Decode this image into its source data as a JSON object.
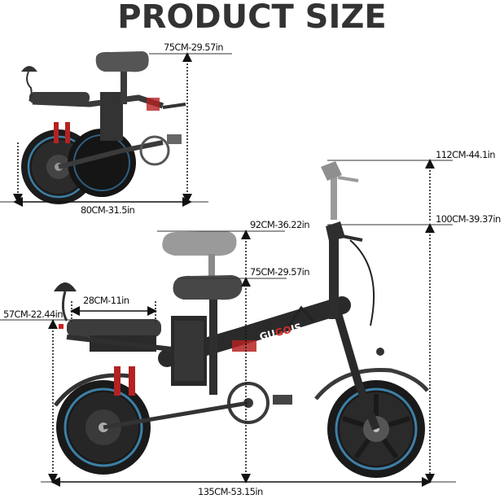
{
  "title": "PRODUCT SIZE",
  "brand": {
    "frame_logo": "GUGOIS",
    "accent_color": "#d42a2a",
    "rim_color": "#3d7fa6",
    "frame_color": "#2a2a2a"
  },
  "folded_view": {
    "height_label": "75CM-29.57in",
    "length_label": "80CM-31.5in"
  },
  "unfolded_view": {
    "max_handlebar_height_label": "112CM-44.1in",
    "min_handlebar_height_label": "100CM-39.37in",
    "max_seat_height_label": "92CM-36.22in",
    "min_seat_height_label": "75CM-29.57in",
    "rear_seat_length_label": "28CM-11in",
    "rear_seat_height_label": "57CM-22.44in",
    "total_length_label": "135CM-53.15in"
  }
}
